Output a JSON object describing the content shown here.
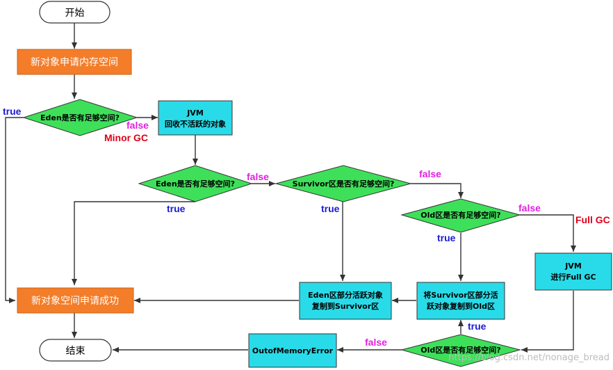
{
  "colors": {
    "orange": "#f47d2a",
    "green": "#3ee05a",
    "cyan": "#29dbe8",
    "true_label": "#1a1ad6",
    "false_label": "#e21ee2",
    "gc_label": "#e0001b"
  },
  "nodes": {
    "start": "开始",
    "alloc": "新对象申请内存空间",
    "d1": "Eden是否有足够空间?",
    "jvm1_line1": "JVM",
    "jvm1_line2": "回收不活跃的对象",
    "d2": "Eden是否有足够空间?",
    "d3": "Survivor区是否有足够空间?",
    "d4": "Old区是否有足够空间?",
    "jvm2_line1": "JVM",
    "jvm2_line2": "进行Full GC",
    "success": "新对象空间申请成功",
    "p1_line1": "Eden区部分活跃对象",
    "p1_line2": "复制到Survivor区",
    "p2_line1": "将Survivor区部分活",
    "p2_line2": "跃对象复制到Old区",
    "d5": "Old区是否有足够空间?",
    "oom": "OutofMemoryError",
    "end": "结束"
  },
  "labels": {
    "d1_true": "true",
    "d1_false": "false",
    "minor_gc": "Minor GC",
    "d2_false": "false",
    "d2_true": "true",
    "d3_false": "false",
    "d3_true": "true",
    "d4_false": "false",
    "full_gc": "Full GC",
    "d4_true": "true",
    "d5_true": "true",
    "d5_false": "false"
  },
  "watermark": "https://blog.csdn.net/nonage_bread"
}
